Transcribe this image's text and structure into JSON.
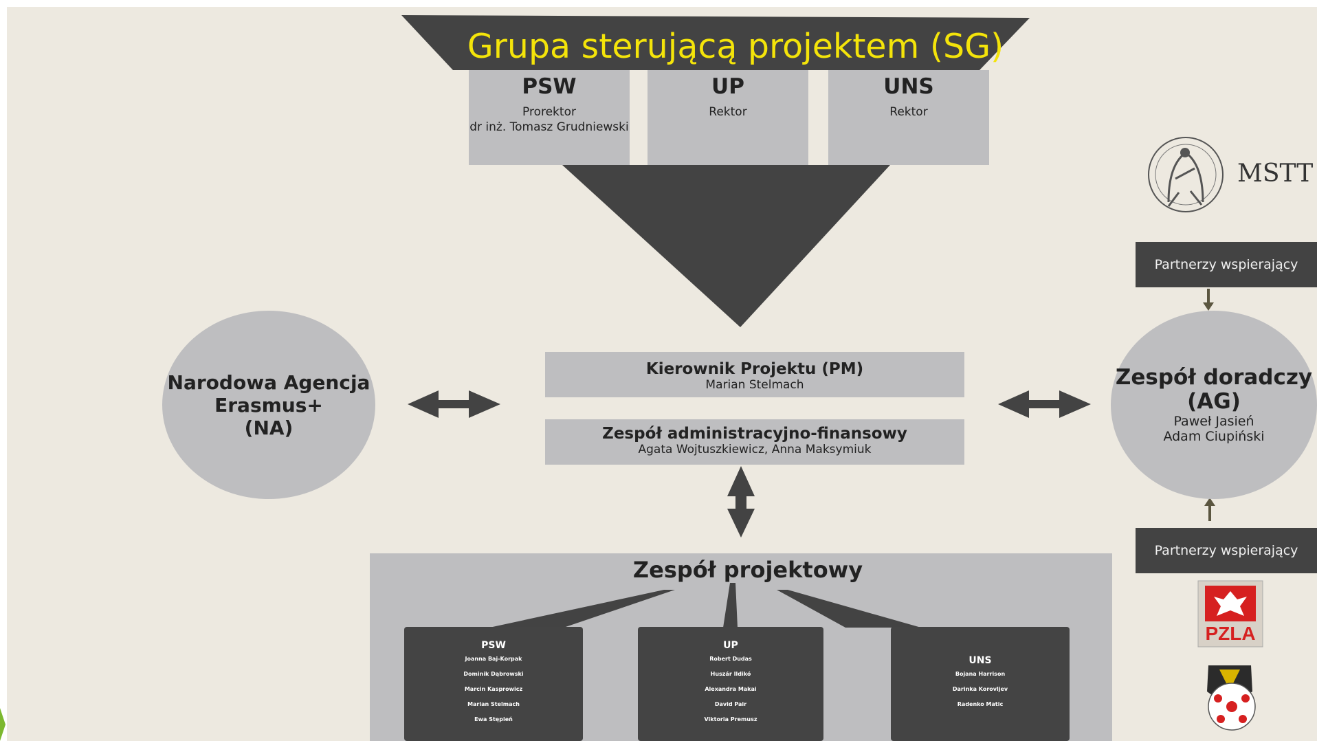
{
  "steering_group": {
    "title": "Grupa sterującą projektem (SG)",
    "members": [
      {
        "name": "PSW",
        "role": "Prorektor",
        "person": "dr inż. Tomasz Grudniewski"
      },
      {
        "name": "UP",
        "role": "Rektor",
        "person": ""
      },
      {
        "name": "UNS",
        "role": "Rektor",
        "person": ""
      }
    ]
  },
  "project_manager": {
    "title": "Kierownik Projektu (PM)",
    "person": "Marian Stelmach"
  },
  "admin_team": {
    "title": "Zespół administracyjno-finansowy",
    "persons": "Agata Wojtuszkiewicz, Anna Maksymiuk"
  },
  "national_agency": {
    "line1": "Narodowa Agencja",
    "line2": "Erasmus+",
    "line3": "(NA)"
  },
  "advisory_group": {
    "line1": "Zespół doradczy",
    "line2": "(AG)",
    "person1": "Paweł Jasień",
    "person2": "Adam Ciupiński"
  },
  "supporting_partners": {
    "top": "Partnerzy wspierający",
    "bottom": "Partnerzy wspierający"
  },
  "logos": {
    "mstt_text": "MSTT",
    "pzla_text": "PZLA"
  },
  "project_team": {
    "title": "Zespół projektowy",
    "groups": [
      {
        "name": "PSW",
        "members": [
          "Joanna Baj-Korpak",
          "Dominik Dąbrowski",
          "Marcin Kasprowicz",
          "Marian Stelmach",
          "Ewa Stępień"
        ]
      },
      {
        "name": "UP",
        "members": [
          "Robert Dudas",
          "Huszár Ildikó",
          "Alexandra Makai",
          "David Pair",
          "Viktoria Premusz"
        ]
      },
      {
        "name": "UNS",
        "members": [
          "Bojana Harrison",
          "Darinka Korovljev",
          "Radenko Matic"
        ]
      }
    ]
  },
  "colors": {
    "background": "#ede9e0",
    "dark": "#434343",
    "box": "#bebec0",
    "title": "#f4e40a",
    "arrow_small": "#5b5640"
  }
}
